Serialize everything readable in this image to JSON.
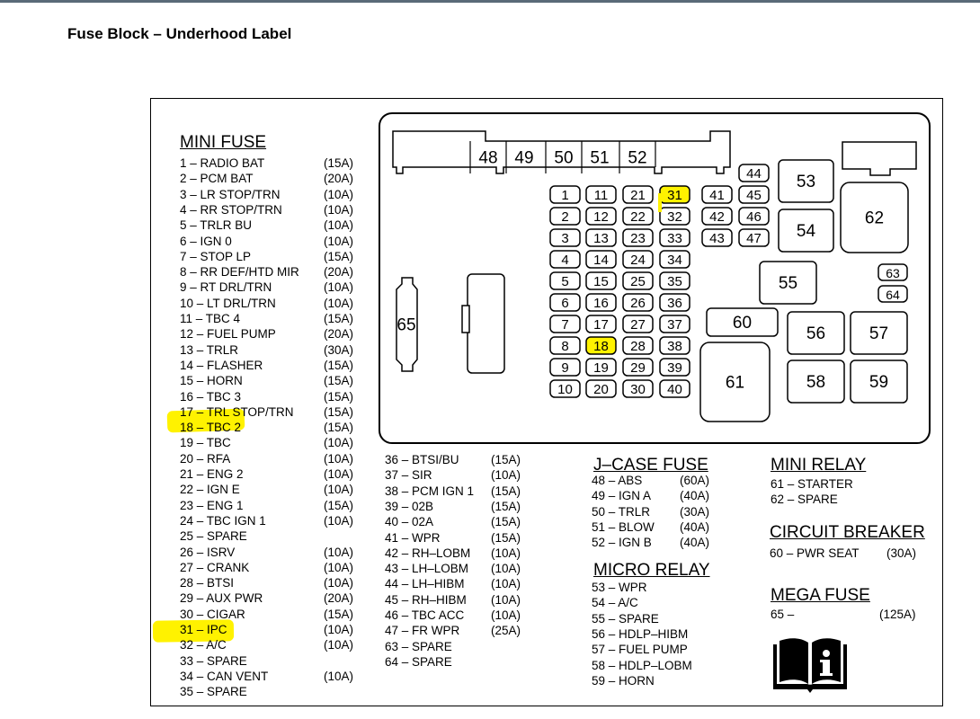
{
  "page_title": "Fuse Block – Underhood Label",
  "sections": {
    "mini_fuse": {
      "title": "MINI FUSE",
      "rows": [
        {
          "label": "1  – RADIO BAT",
          "rating": "(15A)"
        },
        {
          "label": "2  – PCM BAT",
          "rating": "(20A)"
        },
        {
          "label": "3  – LR STOP/TRN",
          "rating": "(10A)"
        },
        {
          "label": "4  – RR STOP/TRN",
          "rating": "(10A)"
        },
        {
          "label": "5  – TRLR BU",
          "rating": "(10A)"
        },
        {
          "label": "6  – IGN 0",
          "rating": "(10A)"
        },
        {
          "label": "7  – STOP LP",
          "rating": "(15A)"
        },
        {
          "label": "8  – RR DEF/HTD MIR",
          "rating": "(20A)"
        },
        {
          "label": "9  – RT DRL/TRN",
          "rating": "(10A)"
        },
        {
          "label": "10 – LT DRL/TRN",
          "rating": "(10A)"
        },
        {
          "label": "11 – TBC 4",
          "rating": "(15A)"
        },
        {
          "label": "12 – FUEL PUMP",
          "rating": "(20A)"
        },
        {
          "label": "13 – TRLR",
          "rating": "(30A)"
        },
        {
          "label": "14 – FLASHER",
          "rating": "(15A)"
        },
        {
          "label": "15 – HORN",
          "rating": "(15A)"
        },
        {
          "label": "16 – TBC 3",
          "rating": "(15A)"
        },
        {
          "label": "17 – TRL STOP/TRN",
          "rating": "(15A)"
        },
        {
          "label": "18 – TBC 2",
          "rating": "(15A)"
        },
        {
          "label": "19 – TBC",
          "rating": "(10A)"
        },
        {
          "label": "20 – RFA",
          "rating": "(10A)"
        },
        {
          "label": "21 – ENG 2",
          "rating": "(10A)"
        },
        {
          "label": "22 – IGN E",
          "rating": "(10A)"
        },
        {
          "label": "23 – ENG 1",
          "rating": "(15A)"
        },
        {
          "label": "24 – TBC IGN 1",
          "rating": "(10A)"
        },
        {
          "label": "25 – SPARE",
          "rating": ""
        },
        {
          "label": "26 – ISRV",
          "rating": "(10A)"
        },
        {
          "label": "27 – CRANK",
          "rating": "(10A)"
        },
        {
          "label": "28 – BTSI",
          "rating": "(10A)"
        },
        {
          "label": "29 – AUX PWR",
          "rating": "(20A)"
        },
        {
          "label": "30 – CIGAR",
          "rating": "(15A)"
        },
        {
          "label": "31 – IPC",
          "rating": "(10A)"
        },
        {
          "label": "32 – A/C",
          "rating": "(10A)"
        },
        {
          "label": "33 – SPARE",
          "rating": ""
        },
        {
          "label": "34 – CAN VENT",
          "rating": "(10A)"
        },
        {
          "label": "35 – SPARE",
          "rating": ""
        }
      ],
      "rows_cont": [
        {
          "label": "36 – BTSI/BU",
          "rating": "(15A)"
        },
        {
          "label": "37 – SIR",
          "rating": "(10A)"
        },
        {
          "label": "38 – PCM IGN 1",
          "rating": "(15A)"
        },
        {
          "label": "39 – 02B",
          "rating": "(15A)"
        },
        {
          "label": "40 – 02A",
          "rating": "(15A)"
        },
        {
          "label": "41 – WPR",
          "rating": "(15A)"
        },
        {
          "label": "42 – RH–LOBM",
          "rating": "(10A)"
        },
        {
          "label": "43 – LH–LOBM",
          "rating": "(10A)"
        },
        {
          "label": "44 – LH–HIBM",
          "rating": "(10A)"
        },
        {
          "label": "45 – RH–HIBM",
          "rating": "(10A)"
        },
        {
          "label": "46 – TBC ACC",
          "rating": "(10A)"
        },
        {
          "label": "47 – FR WPR",
          "rating": "(25A)"
        },
        {
          "label": "63 – SPARE",
          "rating": ""
        },
        {
          "label": "64 – SPARE",
          "rating": ""
        }
      ]
    },
    "j_case_fuse": {
      "title": "J–CASE FUSE",
      "rows": [
        {
          "label": "48 – ABS",
          "rating": "(60A)"
        },
        {
          "label": "49 – IGN A",
          "rating": "(40A)"
        },
        {
          "label": "50 – TRLR",
          "rating": "(30A)"
        },
        {
          "label": "51 – BLOW",
          "rating": "(40A)"
        },
        {
          "label": "52 – IGN B",
          "rating": "(40A)"
        }
      ]
    },
    "micro_relay": {
      "title": "MICRO RELAY",
      "rows": [
        {
          "label": "53 – WPR"
        },
        {
          "label": "54 – A/C"
        },
        {
          "label": "55 – SPARE"
        },
        {
          "label": "56 – HDLP–HIBM"
        },
        {
          "label": "57 – FUEL PUMP"
        },
        {
          "label": "58 – HDLP–LOBM"
        },
        {
          "label": "59 – HORN"
        }
      ]
    },
    "mini_relay": {
      "title": "MINI RELAY",
      "rows": [
        {
          "label": "61 – STARTER"
        },
        {
          "label": "62 – SPARE"
        }
      ]
    },
    "circuit_breaker": {
      "title": "CIRCUIT BREAKER",
      "rows": [
        {
          "label": "60 – PWR SEAT",
          "rating": "(30A)"
        }
      ]
    },
    "mega_fuse": {
      "title": "MEGA FUSE",
      "rows": [
        {
          "label": "65 –",
          "rating": "(125A)"
        }
      ]
    }
  },
  "diagram": {
    "jcase_slots": [
      "48",
      "49",
      "50",
      "51",
      "52"
    ],
    "fuse_columns": [
      [
        "1",
        "2",
        "3",
        "4",
        "5",
        "6",
        "7",
        "8",
        "9",
        "10"
      ],
      [
        "11",
        "12",
        "13",
        "14",
        "15",
        "16",
        "17",
        "18",
        "19",
        "20"
      ],
      [
        "21",
        "22",
        "23",
        "24",
        "25",
        "26",
        "27",
        "28",
        "29",
        "30"
      ],
      [
        "31",
        "32",
        "33",
        "34",
        "35",
        "36",
        "37",
        "38",
        "39",
        "40"
      ]
    ],
    "small_fuses": [
      [
        "41",
        "42",
        "43"
      ],
      [
        "44",
        "45",
        "46",
        "47"
      ]
    ],
    "relays": [
      "53",
      "54",
      "55",
      "56",
      "57",
      "58",
      "59",
      "60",
      "61",
      "62",
      "63",
      "64",
      "65"
    ],
    "highlighted_fuses": [
      "18",
      "31"
    ],
    "highlight_color": "#fff200"
  }
}
